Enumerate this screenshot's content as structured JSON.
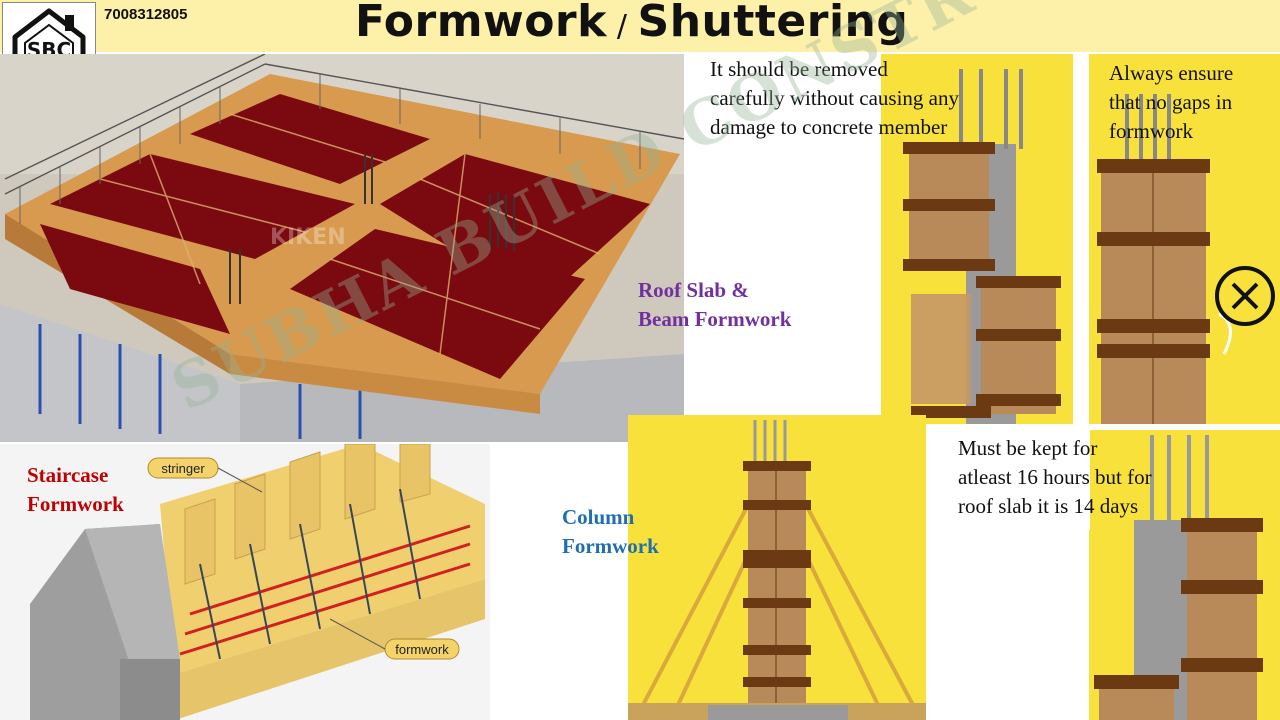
{
  "header": {
    "phone": "7008312805",
    "title_left": "Formwork",
    "title_sep": "/",
    "title_right": "Shuttering"
  },
  "logo": {
    "text": "SBC"
  },
  "notes": {
    "removal": [
      "It should be removed",
      "carefully without causing any",
      "damage to concrete member"
    ],
    "gaps": [
      "Always ensure",
      "that no gaps in",
      "formwork"
    ],
    "kept": [
      "Must be kept for",
      "atleast 16 hours but for",
      "roof slab it is 14 days"
    ]
  },
  "captions": {
    "roof": [
      "Roof Slab &",
      "Beam Formwork"
    ],
    "stair": [
      "Staircase",
      "Formwork"
    ],
    "column": [
      "Column",
      "Formwork"
    ]
  },
  "stair_labels": {
    "stringer": "stringer",
    "formwork": "formwork"
  },
  "roof_watermark": "KIKEN",
  "watermark": "SUBHA BUILD CONSTRUCTION",
  "colors": {
    "header_bg": "#fdf0a8",
    "panel_yellow": "#f7e13a",
    "slab_red": "#7a0a10",
    "timber": "#d79a4e",
    "brown_band": "#6b3a12",
    "roof_caption": "#7030a0",
    "stair_caption": "#c00000",
    "column_caption": "#1f6fb0"
  },
  "icons": {
    "wrong": "x-circle-icon"
  }
}
